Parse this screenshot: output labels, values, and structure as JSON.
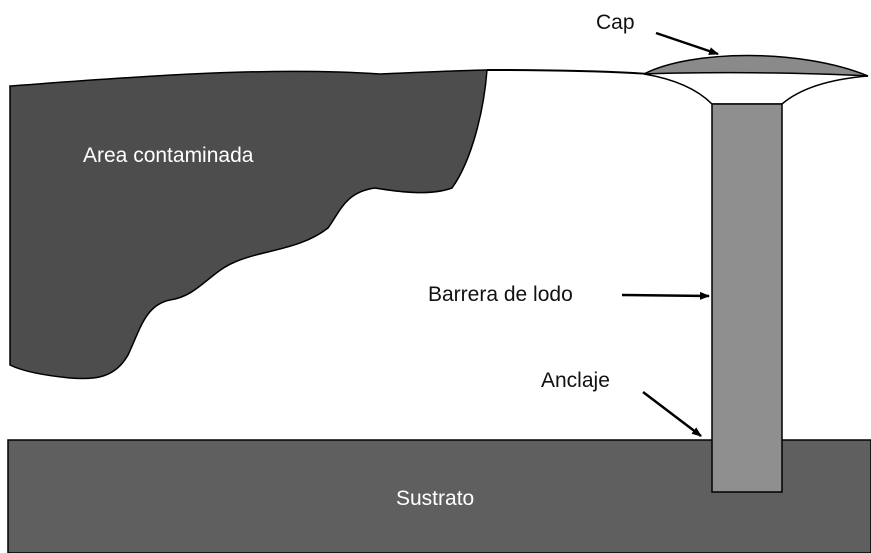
{
  "labels": {
    "cap": "Cap",
    "contaminated_area": "Area contaminada",
    "slurry_wall": "Barrera de lodo",
    "anchor": "Anclaje",
    "substrate": "Sustrato"
  },
  "colors": {
    "contaminated_area": "#4d4d4d",
    "substrate": "#5f5f5f",
    "barrier": "#8f8f8f",
    "cap": "#8a8a8a",
    "outline": "#000000",
    "label_on_dark": "#ffffff",
    "label_on_light": "#111111"
  }
}
